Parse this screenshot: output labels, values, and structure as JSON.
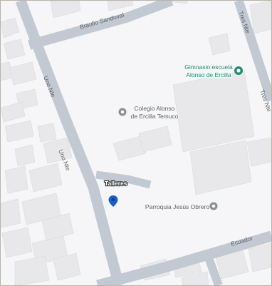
{
  "streets": {
    "braulio_sandoval": "Braulio Sandoval",
    "uno_nte_upper": "Uno Nte",
    "uno_nte_lower": "Uno Nte",
    "tres_nte_upper": "Tres Nte",
    "tres_nte_lower": "Tres Nte",
    "ecuador": "Ecuador"
  },
  "places": {
    "gimnasio": {
      "line1": "Gimnasio escuela",
      "line2": "Alonso de Ercilla",
      "color": "#1e8e6e",
      "icon": "park-pin-icon"
    },
    "colegio": {
      "line1": "Colegio Alonso",
      "line2": "de Ercilla Temuco",
      "color": "#5f6368",
      "icon": "place-pin-icon"
    },
    "parroquia": {
      "line1": "Parroquia Jesús Obrero",
      "color": "#5f6368",
      "icon": "place-pin-icon"
    }
  },
  "line": {
    "label": "Talleres"
  },
  "marker": {
    "icon": "location-marker-icon",
    "color": "#1a5fc4"
  },
  "colors": {
    "background": "#f6f6f8",
    "road": "#c3c9d2",
    "building": "#e8e8ea",
    "building_stroke": "#dadadc",
    "poi_green": "#1e8e6e",
    "poi_gray": "#5f6368",
    "marker": "#1a5fc4"
  }
}
